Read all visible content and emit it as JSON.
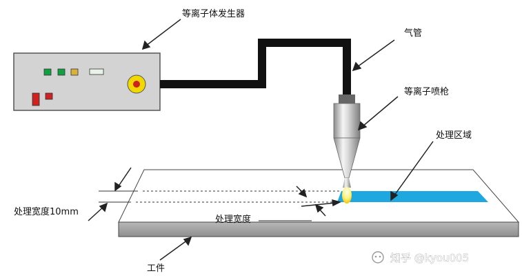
{
  "labels": {
    "plasma_generator": "等离子体发生器",
    "gas_tube": "气管",
    "plasma_nozzle": "等离子喷枪",
    "treatment_area": "处理区域",
    "treatment_width_10mm": "处理宽度10mm",
    "treatment_width": "处理宽度",
    "workpiece": "工件"
  },
  "watermark": {
    "text": "知乎 @kyou005"
  },
  "colors": {
    "box_fill": "#d4d4d4",
    "tube": "#111111",
    "treatment_band": "#1fa8e0",
    "indicator_green": "#10a040",
    "indicator_yellow": "#d8b23a",
    "indicator_red": "#cc2222",
    "knob_yellow": "#f3d800",
    "plate_edge": "#9a9a9a"
  }
}
